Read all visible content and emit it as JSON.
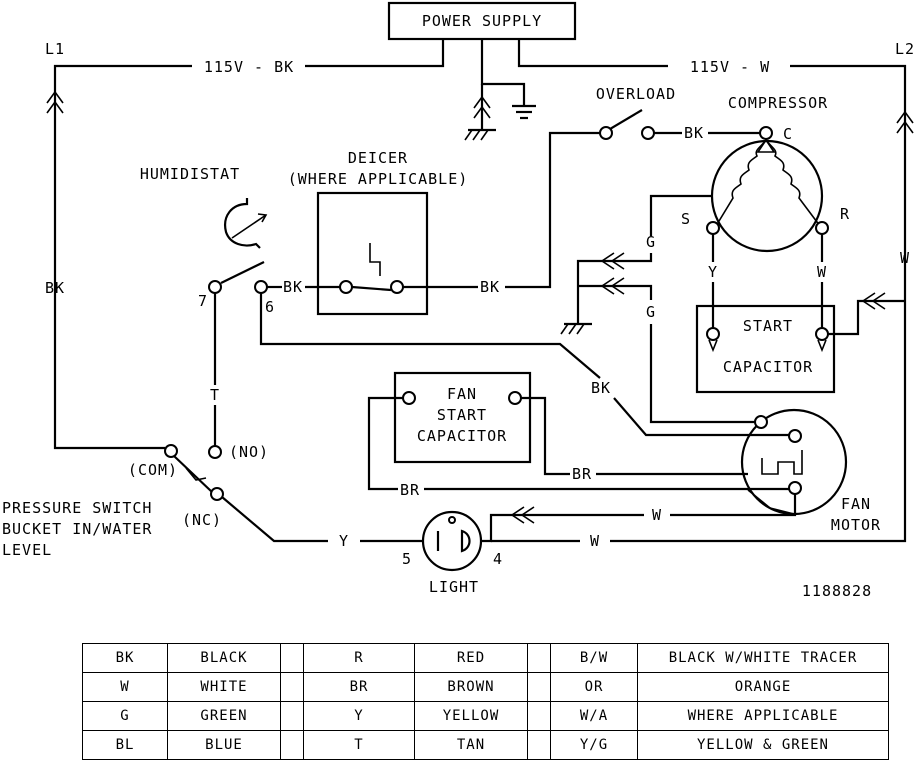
{
  "title": "POWER SUPPLY",
  "lines": {
    "l1": "L1",
    "l2": "L2",
    "l1_supply": "115V - BK",
    "l2_supply": "115V - W"
  },
  "components": {
    "overload": "OVERLOAD",
    "compressor": "COMPRESSOR",
    "compressor_c": "C",
    "compressor_s": "S",
    "compressor_r": "R",
    "humidistat": "HUMIDISTAT",
    "deicer_line1": "DEICER",
    "deicer_line2": "(WHERE APPLICABLE)",
    "start_capacitor_line1": "START",
    "start_capacitor_line2": "CAPACITOR",
    "fan_start_capacitor_line1": "FAN",
    "fan_start_capacitor_line2": "START",
    "fan_start_capacitor_line3": "CAPACITOR",
    "fan_motor_line1": "FAN",
    "fan_motor_line2": "MOTOR",
    "pressure_switch_line1": "PRESSURE SWITCH",
    "pressure_switch_line2": "BUCKET IN/WATER",
    "pressure_switch_line3": "LEVEL",
    "com": "(COM)",
    "no": "(NO)",
    "nc": "(NC)",
    "light": "LIGHT",
    "terminal_7": "7",
    "terminal_6": "6",
    "terminal_5": "5",
    "terminal_4": "4"
  },
  "wire_labels": {
    "bk_overload": "BK",
    "bk_left": "BK",
    "bk_humid": "BK",
    "bk_deicer": "BK",
    "bk_fan": "BK",
    "t": "T",
    "g_upper": "G",
    "g_lower": "G",
    "y_comp": "Y",
    "w_comp": "W",
    "w_right": "W",
    "br_upper": "BR",
    "br_lower": "BR",
    "w_fan": "W",
    "w_light": "W",
    "y_light": "Y"
  },
  "part_number": "1188828",
  "legend": [
    [
      [
        "BK",
        "BLACK"
      ],
      [
        "R",
        "RED"
      ],
      [
        "B/W",
        "BLACK W/WHITE TRACER"
      ]
    ],
    [
      [
        "W",
        "WHITE"
      ],
      [
        "BR",
        "BROWN"
      ],
      [
        "OR",
        "ORANGE"
      ]
    ],
    [
      [
        "G",
        "GREEN"
      ],
      [
        "Y",
        "YELLOW"
      ],
      [
        "W/A",
        "WHERE APPLICABLE"
      ]
    ],
    [
      [
        "BL",
        "BLUE"
      ],
      [
        "T",
        "TAN"
      ],
      [
        "Y/G",
        "YELLOW & GREEN"
      ]
    ]
  ]
}
